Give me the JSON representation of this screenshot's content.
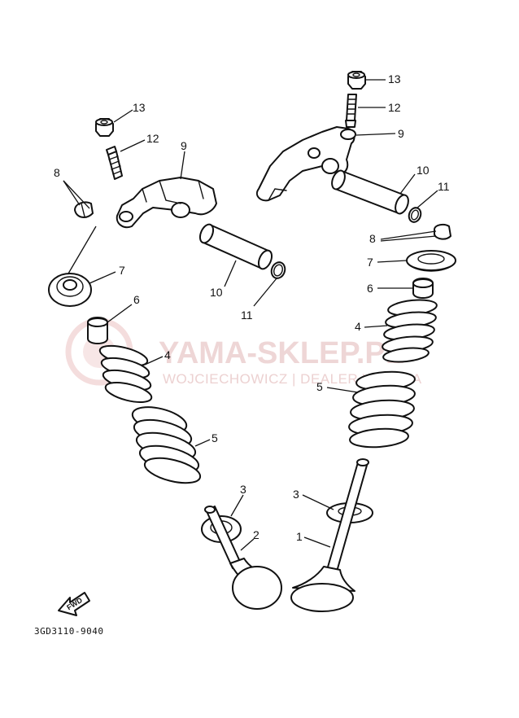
{
  "watermark": {
    "brand": "YAMA-SKLEP.PL",
    "subtitle": "WOJCIECHOWICZ | DEALER YAMAHA",
    "color": "#e9c9c9"
  },
  "diagram": {
    "code": "3GD3110-9040",
    "direction_label": "FWD",
    "callouts": [
      {
        "id": "c13a",
        "label": "13"
      },
      {
        "id": "c12a",
        "label": "12"
      },
      {
        "id": "c9a",
        "label": "9"
      },
      {
        "id": "c8a",
        "label": "8"
      },
      {
        "id": "c7a",
        "label": "7"
      },
      {
        "id": "c10a",
        "label": "10"
      },
      {
        "id": "c11a",
        "label": "11"
      },
      {
        "id": "c6a",
        "label": "6"
      },
      {
        "id": "c4a",
        "label": "4"
      },
      {
        "id": "c5a",
        "label": "5"
      },
      {
        "id": "c3a",
        "label": "3"
      },
      {
        "id": "c2",
        "label": "2"
      },
      {
        "id": "c13b",
        "label": "13"
      },
      {
        "id": "c12b",
        "label": "12"
      },
      {
        "id": "c9b",
        "label": "9"
      },
      {
        "id": "c10b",
        "label": "10"
      },
      {
        "id": "c11b",
        "label": "11"
      },
      {
        "id": "c8b",
        "label": "8"
      },
      {
        "id": "c7b",
        "label": "7"
      },
      {
        "id": "c6b",
        "label": "6"
      },
      {
        "id": "c4b",
        "label": "4"
      },
      {
        "id": "c5b",
        "label": "5"
      },
      {
        "id": "c3b",
        "label": "3"
      },
      {
        "id": "c1",
        "label": "1"
      }
    ]
  }
}
